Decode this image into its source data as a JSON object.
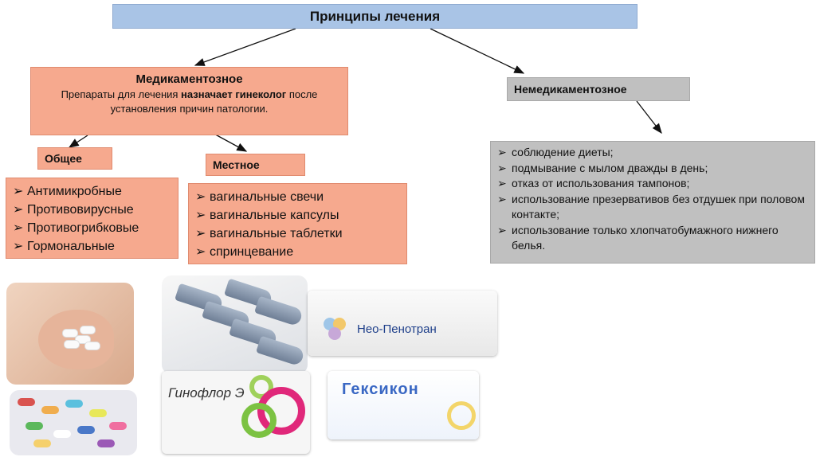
{
  "title": "Принципы лечения",
  "medicamentous": {
    "heading": "Медикаментозное",
    "desc_part1": "Препараты для лечения ",
    "desc_bold": "назначает гинеколог",
    "desc_part2": " после установления причин патологии."
  },
  "nonmedicamentous": {
    "heading": "Немедикаментозное",
    "items": [
      "соблюдение диеты;",
      "подмывание с мылом дважды в день;",
      "отказ от использования тампонов;",
      "использование презервативов без отдушек при половом контакте;",
      "использование только хлопчатобумажного нижнего белья."
    ]
  },
  "general": {
    "heading": "Общее",
    "items": [
      "Антимикробные",
      "Противовирусные",
      "Противогрибковые",
      "Гормональные"
    ]
  },
  "local": {
    "heading": "Местное",
    "items": [
      "вагинальные свечи",
      "вагинальные капсулы",
      "вагинальные таблетки",
      "спринцевание"
    ]
  },
  "bullet_symbol": "➢",
  "products": {
    "neo_penotran": "Нео-Пенотран",
    "ginoflor": "Гинофлор Э",
    "geksikon": "Гексикон"
  },
  "colors": {
    "title_bg": "#a9c4e6",
    "medicamentous_bg": "#f6a98e",
    "nonmedicamentous_bg": "#c0c0c0"
  }
}
